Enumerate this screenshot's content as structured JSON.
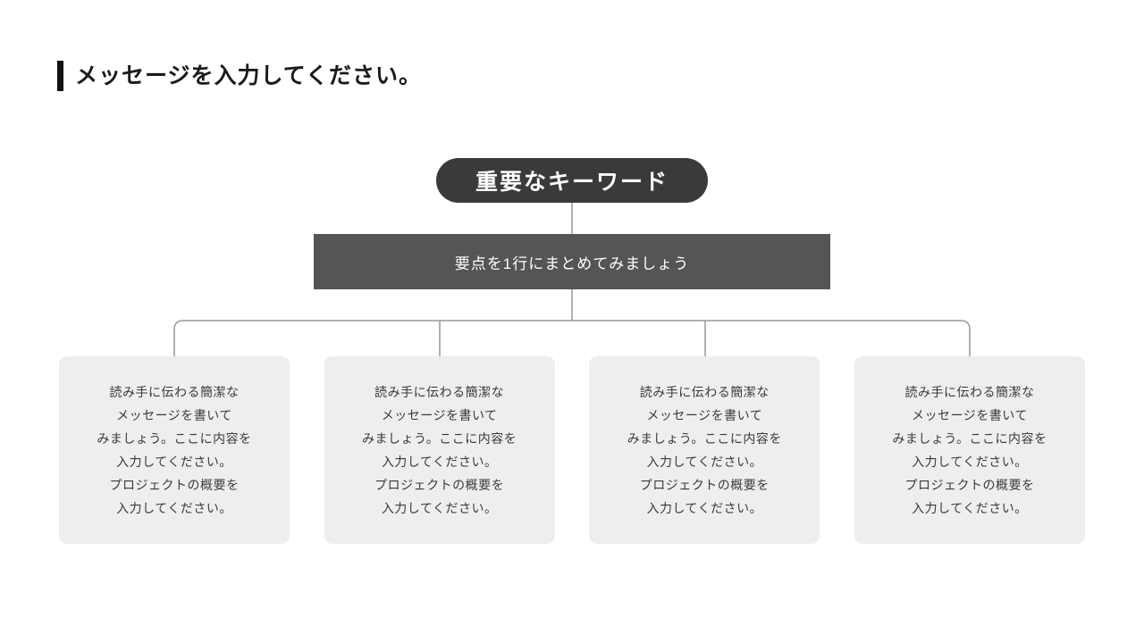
{
  "slide": {
    "title": "メッセージを入力してください。"
  },
  "diagram": {
    "root_node": {
      "label": "重要なキーワード"
    },
    "summary_node": {
      "label": "要点を1行にまとめてみましょう"
    },
    "cards": [
      {
        "text": "読み手に伝わる簡潔な\nメッセージを書いて\nみましょう。ここに内容を\n入力してください。\nプロジェクトの概要を\n入力してください。"
      },
      {
        "text": "読み手に伝わる簡潔な\nメッセージを書いて\nみましょう。ここに内容を\n入力してください。\nプロジェクトの概要を\n入力してください。"
      },
      {
        "text": "読み手に伝わる簡潔な\nメッセージを書いて\nみましょう。ここに内容を\n入力してください。\nプロジェクトの概要を\n入力してください。"
      },
      {
        "text": "読み手に伝わる簡潔な\nメッセージを書いて\nみましょう。ここに内容を\n入力してください。\nプロジェクトの概要を\n入力してください。"
      }
    ]
  },
  "colors": {
    "root_node_bg": "#3a3a3a",
    "summary_node_bg": "#555555",
    "card_bg": "#eeeeee",
    "connector_line": "#999999",
    "title_text": "#1a1a1a",
    "node_text": "#ffffff",
    "card_text": "#3a3a3a",
    "background": "#ffffff"
  }
}
